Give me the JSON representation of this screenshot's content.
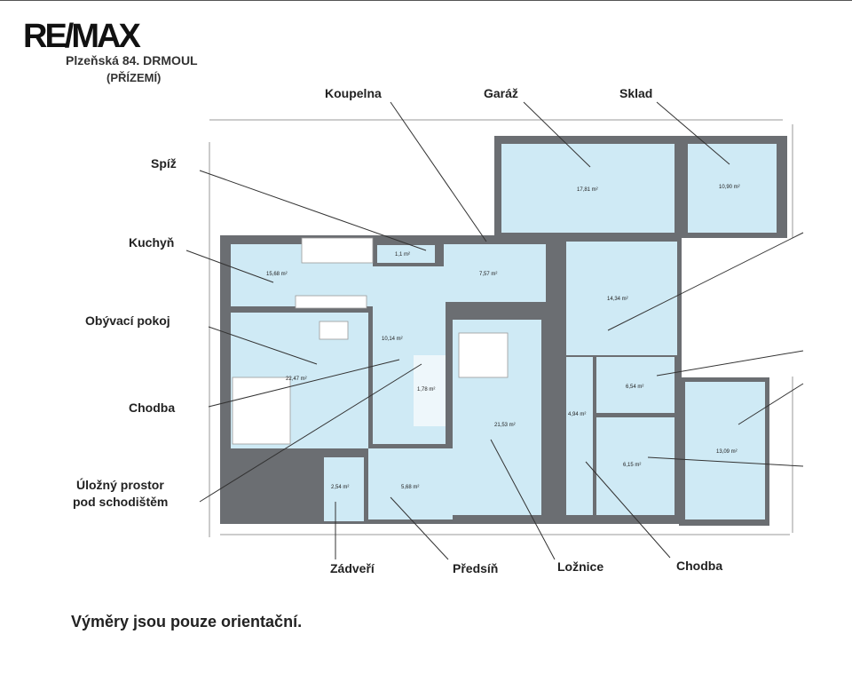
{
  "header": {
    "logo": "RE/MAX",
    "address": "Plzeňská 84. DRMOUL",
    "floor": "(PŘÍZEMÍ)"
  },
  "labels": {
    "koupelna": "Koupelna",
    "garaz": "Garáž",
    "sklad": "Sklad",
    "spiz": "Spíž",
    "kuchyn": "Kuchyň",
    "obyvaci": "Obývací pokoj",
    "chodba_left": "Chodba",
    "ulozny1": "Úložný prostor",
    "ulozny2": "pod schodištěm",
    "zadveri": "Zádveří",
    "predsin": "Předsíň",
    "loznice": "Ložnice",
    "chodba_bottom": "Chodba"
  },
  "areas": {
    "kuchyn": "15,68 m²",
    "spiz": "1,1 m²",
    "koupelna": "7,57 m²",
    "obyvaci": "22,47 m²",
    "chodba": "10,14 m²",
    "schody": "1,78 m²",
    "loznice": "21,53 m²",
    "zadveri": "2,54 m²",
    "predsin": "5,68 m²",
    "garaz": "17,81 m²",
    "sklad": "10,90 m²",
    "hala": "14,34 m²",
    "pokoj1": "6,54 m²",
    "chodba2": "4,94 m²",
    "pokoj2": "6,15 m²",
    "pokoj3": "13,09 m²"
  },
  "footer": {
    "note": "Výměry jsou pouze orientační."
  },
  "colors": {
    "room": "#cfeaf5",
    "wall": "#6b6e72",
    "line": "#333333"
  }
}
